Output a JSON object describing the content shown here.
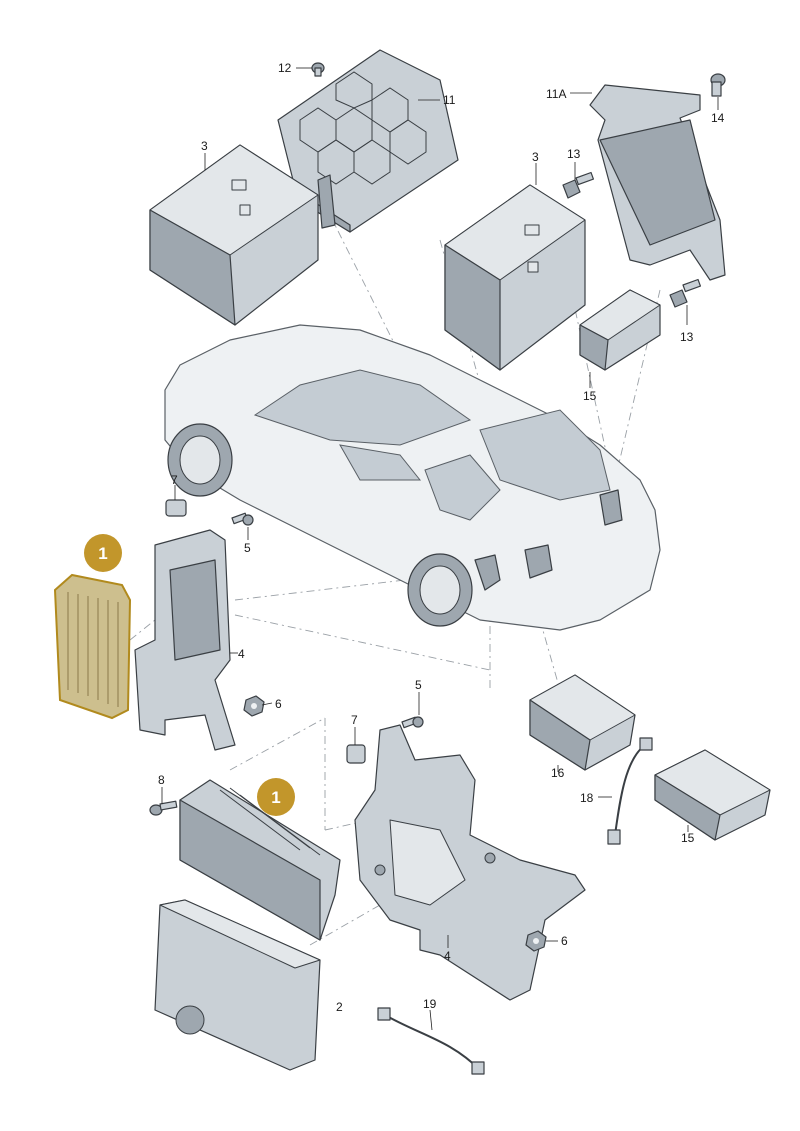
{
  "labels": {
    "p12": "12",
    "p11": "11",
    "p11a": "11A",
    "p14": "14",
    "p3a": "3",
    "p3b": "3",
    "p13a": "13",
    "p13b": "13",
    "p15a": "15",
    "p7a": "7",
    "p5a": "5",
    "p4a": "4",
    "p6a": "6",
    "p5b": "5",
    "p7b": "7",
    "p8": "8",
    "p16": "16",
    "p18": "18",
    "p15b": "15",
    "p4b": "4",
    "p6b": "6",
    "p2": "2",
    "p19": "19"
  },
  "badges": {
    "b1a": "1",
    "b1b": "1"
  },
  "colors": {
    "badge": "#c2962b",
    "highlight_fill": "#cdbf8e",
    "highlight_stroke": "#b18a1d",
    "part": "#c9d0d6"
  }
}
